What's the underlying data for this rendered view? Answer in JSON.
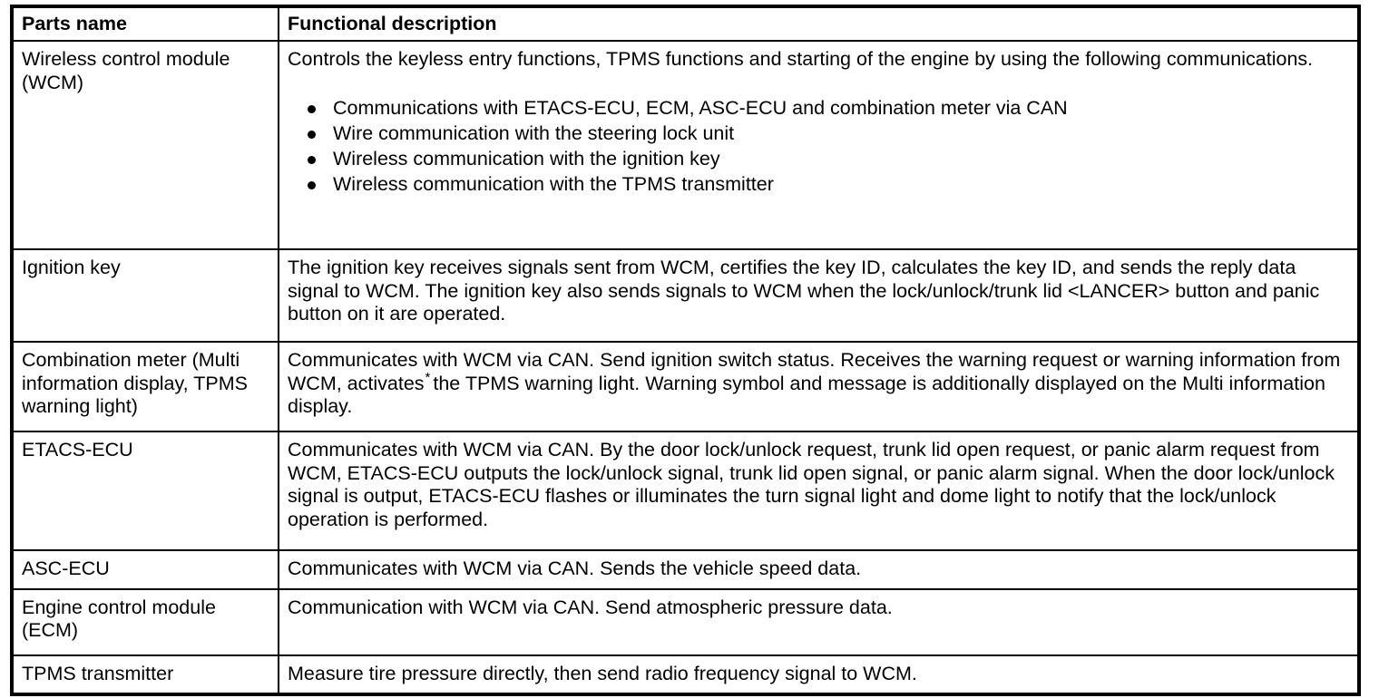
{
  "table": {
    "headers": {
      "parts_name": "Parts name",
      "functional_description": "Functional description"
    },
    "rows": [
      {
        "id": "wireless-control-module",
        "name": "Wireless control module (WCM)",
        "description_intro": "Controls the keyless entry functions, TPMS functions and starting of the engine by using the following communications.",
        "bullets": [
          "Communications with ETACS-ECU, ECM, ASC-ECU and combination meter via CAN",
          "Wire communication with the steering lock unit",
          "Wireless communication with the ignition key",
          "Wireless communication with the TPMS transmitter"
        ]
      },
      {
        "id": "ignition-key",
        "name": "Ignition key",
        "description": "The ignition key receives signals sent from WCM, certifies the key ID, calculates the key ID, and sends the reply data signal to WCM. The ignition key also sends signals to WCM when the lock/unlock/trunk lid <LANCER> button and panic button on it are operated."
      },
      {
        "id": "combination-meter",
        "name": "Combination meter (Multi information display, TPMS warning light)",
        "description_part1": "Communicates with WCM via CAN. Send ignition switch status. Receives the warning request or warning information from WCM, activates",
        "footnote_marker": "*",
        "description_part2": "the TPMS warning light. Warning symbol and message is additionally displayed on the Multi information display."
      },
      {
        "id": "etacs-ecu",
        "name": "ETACS-ECU",
        "description": "Communicates with WCM via CAN. By the door lock/unlock request, trunk lid open request, or panic alarm request from WCM, ETACS-ECU outputs the lock/unlock signal, trunk lid open signal, or panic alarm signal. When the door lock/unlock signal is output, ETACS-ECU flashes or illuminates the turn signal light and dome light to notify that the lock/unlock operation is performed."
      },
      {
        "id": "asc-ecu",
        "name": "ASC-ECU",
        "description": "Communicates with WCM via CAN. Sends the vehicle speed data."
      },
      {
        "id": "engine-control-module",
        "name": "Engine control module (ECM)",
        "description": "Communication with WCM via CAN. Send atmospheric pressure data."
      },
      {
        "id": "tpms-transmitter",
        "name": "TPMS transmitter",
        "description": "Measure tire pressure directly, then send radio frequency signal to WCM."
      }
    ]
  },
  "colors": {
    "border": "#000000",
    "text": "#000000",
    "background": "#ffffff"
  }
}
